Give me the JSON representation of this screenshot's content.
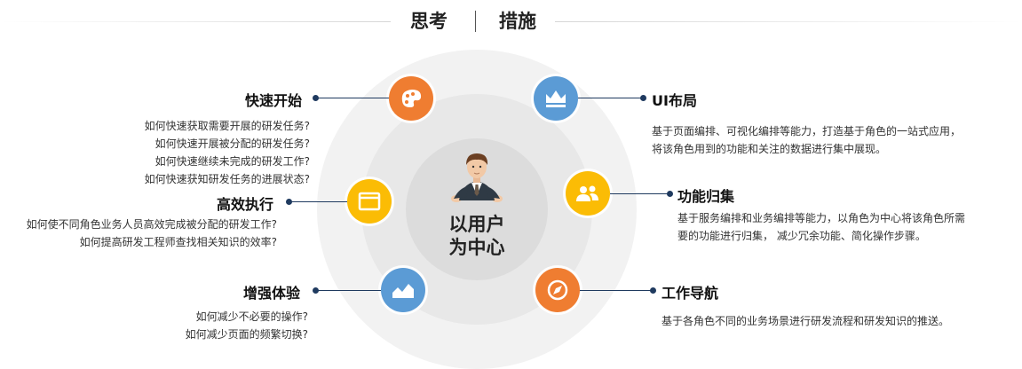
{
  "header": {
    "left_word": "思考",
    "right_word": "措施"
  },
  "center": {
    "line1": "以用户",
    "line2": "为中心"
  },
  "colors": {
    "orange": "#ef7d31",
    "yellow": "#fbbc05",
    "blue": "#5b9bd5",
    "line": "#1f3a5f"
  },
  "left": [
    {
      "title": "快速开始",
      "icon": "palette-icon",
      "color": "#ef7d31",
      "lines": [
        "如何快速获取需要开展的研发任务?",
        "如何快速开展被分配的研发任务?",
        "如何快速继续未完成的研发工作?",
        "如何快速获知研发任务的进展状态?"
      ]
    },
    {
      "title": "高效执行",
      "icon": "window-icon",
      "color": "#fbbc05",
      "lines": [
        "如何使不同角色业务人员高效完成被分配的研发工作?",
        "如何提高研发工程师查找相关知识的效率?"
      ]
    },
    {
      "title": "增强体验",
      "icon": "area-chart-icon",
      "color": "#5b9bd5",
      "lines": [
        "如何减少不必要的操作?",
        "如何减少页面的频繁切换?"
      ]
    }
  ],
  "right": [
    {
      "title": "UI布局",
      "icon": "crown-icon",
      "color": "#5b9bd5",
      "lines": [
        "基于页面编排、可视化编排等能力，打造基于角色的一站式应用，",
        "将该角色用到的功能和关注的数据进行集中展现。"
      ]
    },
    {
      "title": "功能归集",
      "icon": "users-icon",
      "color": "#fbbc05",
      "lines": [
        "基于服务编排和业务编排等能力，以角色为中心将该角色所需",
        "要的功能进行归集， 减少冗余功能、简化操作步骤。"
      ]
    },
    {
      "title": "工作导航",
      "icon": "compass-icon",
      "color": "#ef7d31",
      "lines": [
        "基于各角色不同的业务场景进行研发流程和研发知识的推送。"
      ]
    }
  ]
}
